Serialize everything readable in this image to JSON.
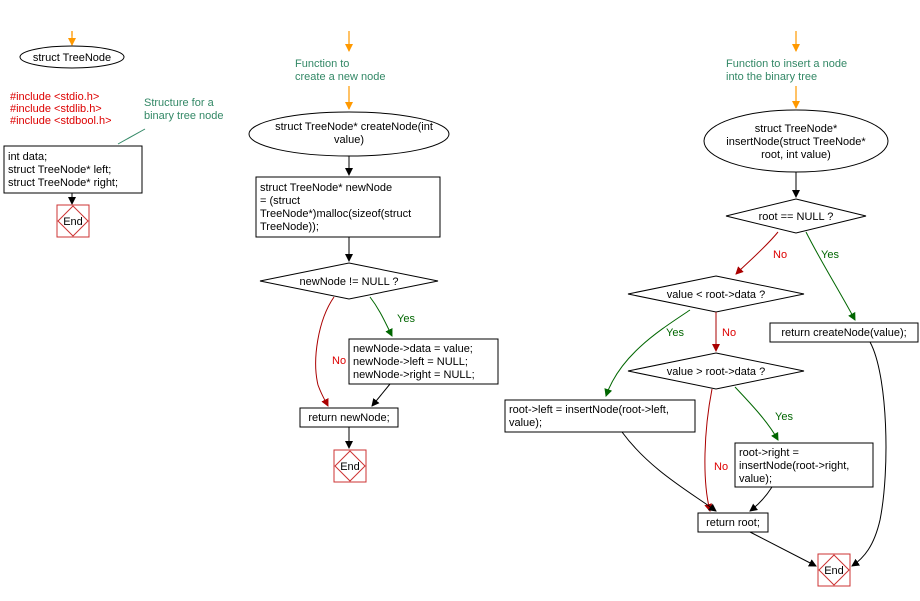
{
  "colors": {
    "stroke": "#000000",
    "yes": "#006600",
    "no": "#aa0000",
    "start_arrow": "#ff9900",
    "end_box": "#cc3333",
    "include_text": "#dd0000",
    "comment_text": "#338866"
  },
  "left": {
    "title": "struct TreeNode",
    "includes": [
      "#include <stdio.h>",
      "#include <stdlib.h>",
      "#include <stdbool.h>"
    ],
    "comment": [
      "Structure for a",
      "binary tree node"
    ],
    "fields": [
      "int data;",
      "struct TreeNode* left;",
      "struct TreeNode* right;"
    ],
    "end": "End"
  },
  "middle": {
    "comment": [
      "Function to",
      "create a new node"
    ],
    "start": [
      "struct TreeNode* createNode(int",
      "value)"
    ],
    "alloc": [
      "struct TreeNode* newNode",
      "= (struct",
      "TreeNode*)malloc(sizeof(struct",
      "TreeNode));"
    ],
    "decision": "newNode != NULL ?",
    "yes": "Yes",
    "no": "No",
    "assign": [
      "newNode->data = value;",
      "newNode->left = NULL;",
      "newNode->right = NULL;"
    ],
    "return": "return newNode;",
    "end": "End"
  },
  "right": {
    "comment": [
      "Function to insert a node",
      "into the binary tree"
    ],
    "start": [
      "struct TreeNode*",
      "insertNode(struct TreeNode*",
      "root, int value)"
    ],
    "decision_null": "root == NULL ?",
    "yes_null": "Yes",
    "no_null": "No",
    "return_create": "return createNode(value);",
    "decision_less": "value < root->data ?",
    "yes_less": "Yes",
    "no_less": "No",
    "left_assign": [
      "root->left = insertNode(root->left,",
      "value);"
    ],
    "decision_greater": "value > root->data ?",
    "yes_greater": "Yes",
    "no_greater": "No",
    "right_assign": [
      "root->right =",
      "insertNode(root->right,",
      "value);"
    ],
    "return_root": "return root;",
    "end": "End"
  }
}
